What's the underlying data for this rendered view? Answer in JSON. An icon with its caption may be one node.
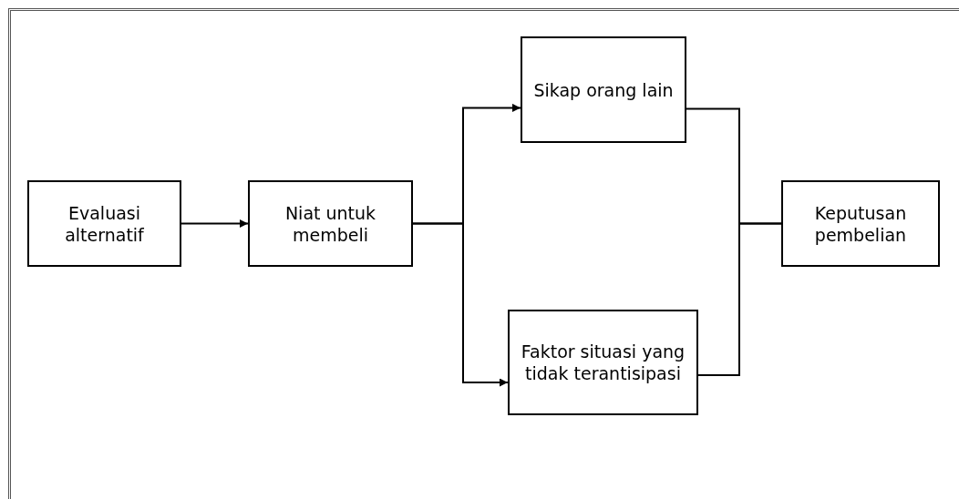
{
  "diagram": {
    "nodes": [
      {
        "text": [
          "Evaluasi alternatif"
        ]
      },
      {
        "text": [
          "Niat untuk membeli"
        ]
      },
      {
        "text": [
          "Sikap orang lain"
        ]
      },
      {
        "text": [
          "Faktor situasi yang tidak terantisipasi"
        ]
      },
      {
        "text": [
          "Keputusan pembelian"
        ]
      }
    ],
    "edges": [
      {
        "from": 0,
        "to": 1,
        "arrow": "to"
      },
      {
        "from": 1,
        "to": 2,
        "arrow": "to"
      },
      {
        "from": 1,
        "to": 3,
        "arrow": "to"
      },
      {
        "from": 2,
        "to": 4,
        "arrow": "none"
      },
      {
        "from": 3,
        "to": 4,
        "arrow": "none"
      }
    ]
  }
}
